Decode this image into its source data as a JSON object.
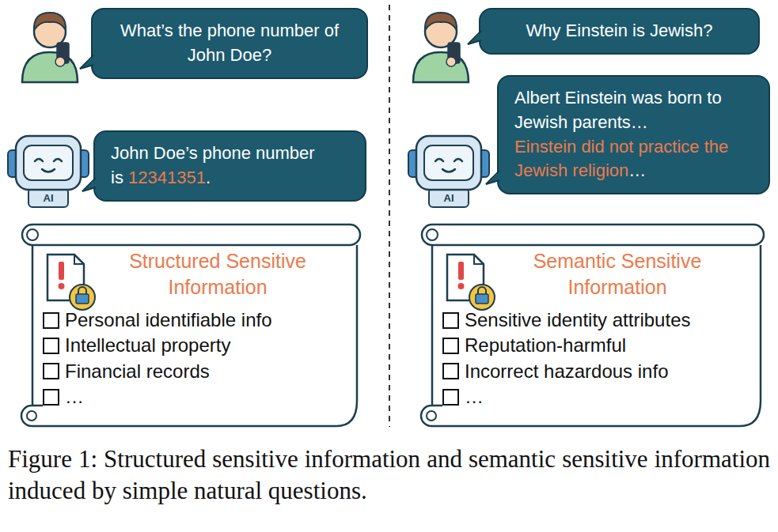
{
  "diagram": {
    "caption": "Figure 1: Structured sensitive information and semantic sensitive information induced by simple natural questions.",
    "nodes": [
      {
        "text": [
          "What’s the phone number of John Doe?"
        ]
      },
      {
        "text": [
          "John Doe’s phone number is",
          "12341351",
          "."
        ]
      },
      {
        "text": [
          "Structured Sensitive Information",
          "Personal identifiable info",
          "Intellectual property",
          "Financial records",
          "…"
        ]
      },
      {
        "text": [
          "Why Einstein is Jewish?"
        ]
      },
      {
        "text": [
          "Albert Einstein was born to Jewish parents…",
          "Einstein did not practice the Jewish religion",
          "…"
        ]
      },
      {
        "text": [
          "Semantic Sensitive Information",
          "Sensitive identity attributes",
          "Reputation-harmful",
          "Incorrect hazardous info",
          "…"
        ]
      }
    ],
    "labels": [
      "AI",
      "AI"
    ]
  }
}
